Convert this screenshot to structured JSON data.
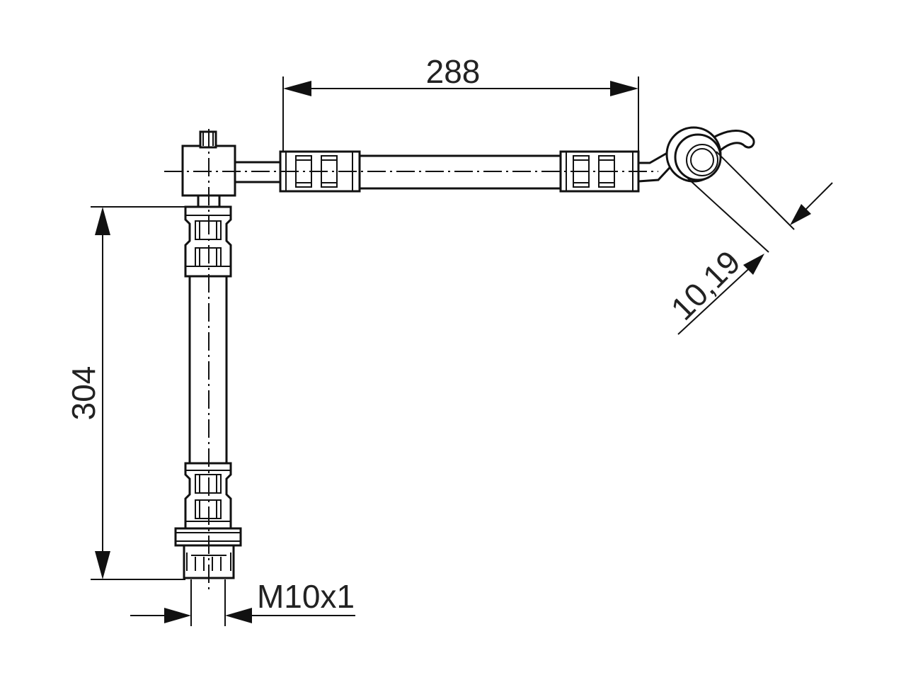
{
  "dimensions": {
    "horizontal_length": "288",
    "vertical_length": "304",
    "banjo_size": "10,19",
    "thread": "M10x1"
  },
  "colors": {
    "line": "#111111",
    "text": "#222222",
    "background": "#ffffff"
  }
}
